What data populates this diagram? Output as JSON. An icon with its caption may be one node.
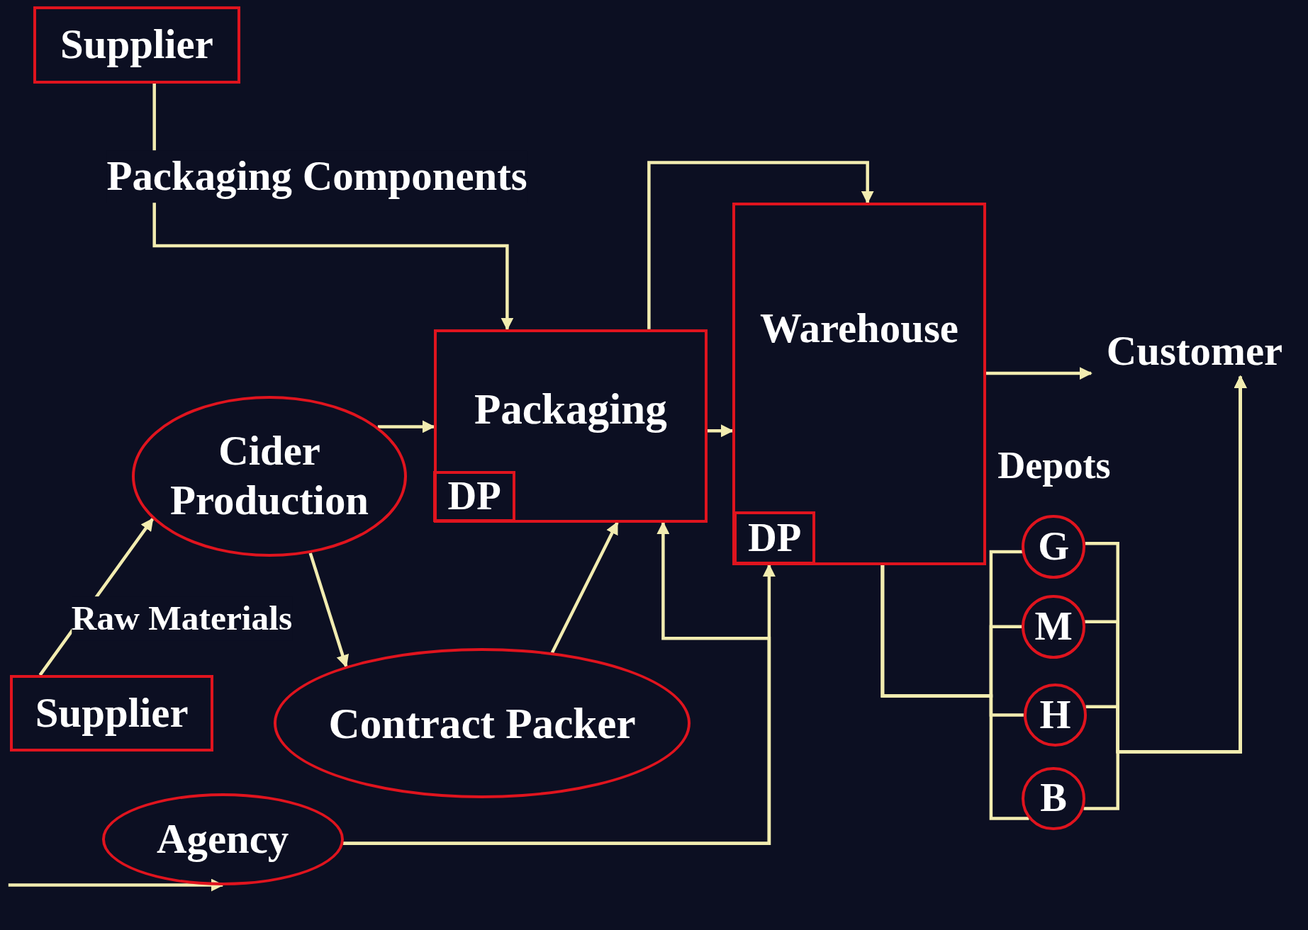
{
  "diagram": {
    "nodes": [
      {
        "text": [
          "Supplier"
        ]
      },
      {
        "text": [
          "Packaging"
        ]
      },
      {
        "text": [
          "DP"
        ],
        "in": 1
      },
      {
        "text": [
          "Warehouse"
        ]
      },
      {
        "text": [
          "DP"
        ],
        "in": 3
      },
      {
        "text": [
          "Cider Production"
        ]
      },
      {
        "text": [
          "Contract Packer"
        ]
      },
      {
        "text": [
          "Supplier"
        ]
      },
      {
        "text": [
          "Agency"
        ]
      },
      {
        "text": [
          "Customer"
        ]
      },
      {
        "text": [
          "G"
        ]
      },
      {
        "text": [
          "M"
        ]
      },
      {
        "text": [
          "H"
        ]
      },
      {
        "text": [
          "B"
        ]
      }
    ],
    "edges": [
      {
        "from": 0,
        "to": 1,
        "arrow": "to",
        "label": "Packaging Components"
      },
      {
        "from": 1,
        "to": 3,
        "arrow": "to"
      },
      {
        "from": 5,
        "to": 1,
        "arrow": "to"
      },
      {
        "from": 1,
        "to": 3,
        "arrow": "to"
      },
      {
        "from": 5,
        "to": 6,
        "arrow": "to"
      },
      {
        "from": 6,
        "to": 1,
        "arrow": "to"
      },
      {
        "from": 7,
        "to": 5,
        "arrow": "to",
        "label": "Raw Materials"
      },
      {
        "from": 8,
        "to": 4,
        "arrow": "to"
      },
      {
        "from": 8,
        "to": 1,
        "arrow": "to"
      },
      {
        "from": null,
        "to": 8,
        "arrow": "to"
      },
      {
        "from": 3,
        "to": 9,
        "arrow": "to"
      },
      {
        "from": 3,
        "to": 10,
        "arrow": "none"
      },
      {
        "from": 3,
        "to": 11,
        "arrow": "none"
      },
      {
        "from": 3,
        "to": 12,
        "arrow": "none"
      },
      {
        "from": 3,
        "to": 13,
        "arrow": "none"
      },
      {
        "from": 10,
        "to": 9,
        "arrow": "to"
      },
      {
        "from": 11,
        "to": 9,
        "arrow": "to"
      },
      {
        "from": 12,
        "to": 9,
        "arrow": "to"
      },
      {
        "from": 13,
        "to": 9,
        "arrow": "to"
      }
    ],
    "labels": [
      "Depots"
    ]
  }
}
